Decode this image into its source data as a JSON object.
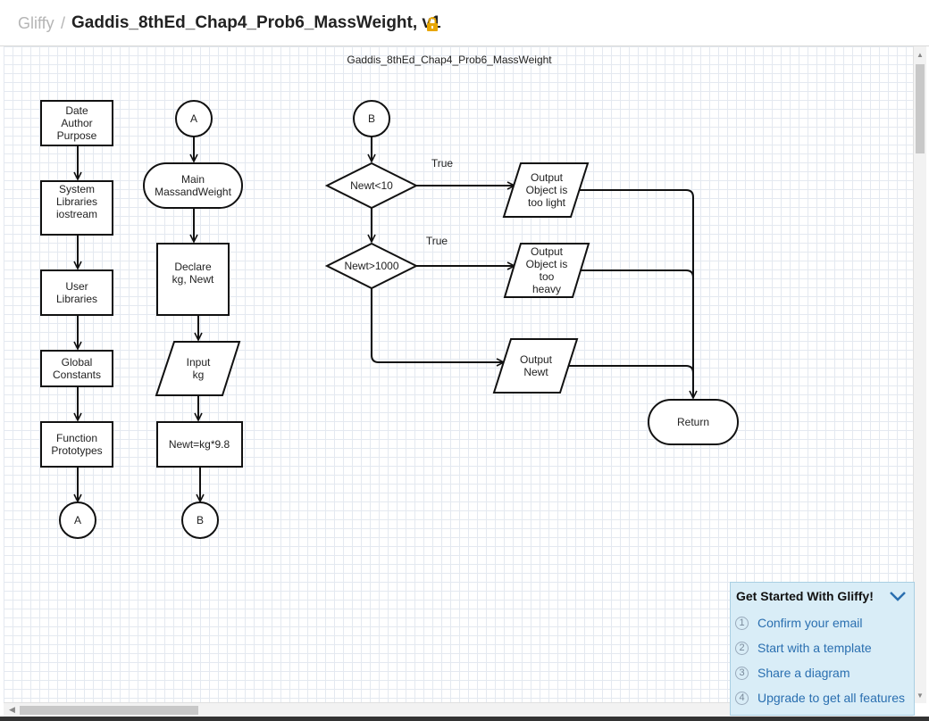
{
  "header": {
    "brand": "Gliffy",
    "separator": "/",
    "document_title": "Gaddis_8thEd_Chap4_Prob6_MassWeight, v1",
    "lock_icon": "lock-icon",
    "lock_color": "#e8a600"
  },
  "diagram": {
    "title": "Gaddis_8thEd_Chap4_Prob6_MassWeight",
    "col1": {
      "header_lines": [
        "Date",
        "Author",
        "Purpose"
      ],
      "system_lines": [
        "System",
        "Libraries",
        "iostream"
      ],
      "user_lines": [
        "User",
        "Libraries"
      ],
      "global_lines": [
        "Global",
        "Constants"
      ],
      "proto_lines": [
        "Function",
        "Prototypes"
      ],
      "connector": "A"
    },
    "col2": {
      "connector_in": "A",
      "main_lines": [
        "Main",
        "MassandWeight"
      ],
      "declare_lines": [
        "Declare",
        "kg, Newt"
      ],
      "input_lines": [
        "Input",
        "kg"
      ],
      "calc": "Newt=kg*9.8",
      "connector_out": "B"
    },
    "col3": {
      "connector_in": "B",
      "decision1": "Newt<10",
      "decision1_true": "True",
      "out_light_lines": [
        "Output",
        "Object is",
        "too light"
      ],
      "decision2": "Newt>1000",
      "decision2_true": "True",
      "out_heavy_lines": [
        "Output",
        "Object is",
        "too",
        "heavy"
      ],
      "out_newt_lines": [
        "Output",
        "Newt"
      ],
      "terminal": "Return"
    }
  },
  "get_started": {
    "title": "Get Started With Gliffy!",
    "toggle_icon": "chevron-down-icon",
    "accent": "#2a6fb0",
    "items": [
      {
        "num": "1",
        "label": "Confirm your email"
      },
      {
        "num": "2",
        "label": "Start with a template"
      },
      {
        "num": "3",
        "label": "Share a diagram"
      },
      {
        "num": "4",
        "label": "Upgrade to get all features"
      }
    ]
  }
}
